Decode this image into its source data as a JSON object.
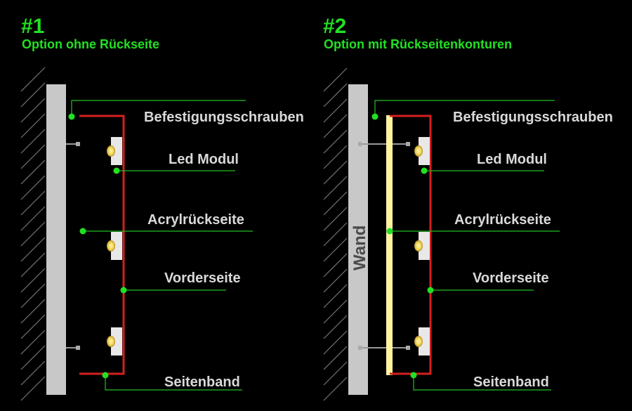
{
  "colors": {
    "background": "#000000",
    "accent_green": "#22e022",
    "frame_red": "#d42020",
    "wall_grey": "#c8c8c8",
    "acrylic_yellow": "#fff3a0",
    "label_text": "#d9d9d9"
  },
  "panel1": {
    "number": "#1",
    "subtitle": "Option ohne Rückseite",
    "labels": {
      "screws": "Befestigungsschrauben",
      "led": "Led Modul",
      "acrylic": "Acrylrückseite",
      "front": "Vorderseite",
      "sideband": "Seitenband"
    }
  },
  "panel2": {
    "number": "#2",
    "subtitle": "Option mit Rückseitenkonturen",
    "wall_label": "Wand",
    "labels": {
      "screws": "Befestigungsschrauben",
      "led": "Led Modul",
      "acrylic": "Acrylrückseite",
      "front": "Vorderseite",
      "sideband": "Seitenband"
    }
  }
}
